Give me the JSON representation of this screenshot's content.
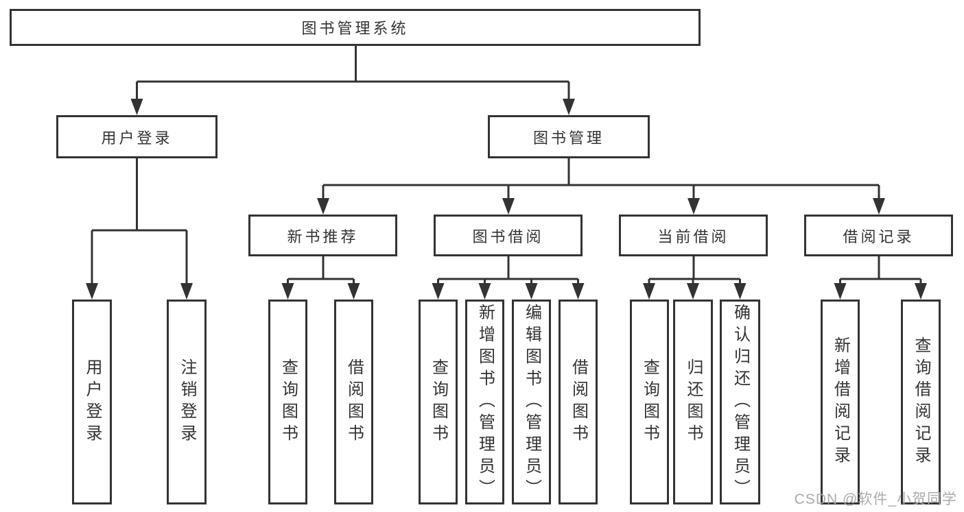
{
  "tree": {
    "label": "图书管理系统",
    "children": [
      {
        "label": "用户登录",
        "children": [
          {
            "label": "用户登录"
          },
          {
            "label": "注销登录"
          }
        ]
      },
      {
        "label": "图书管理",
        "children": [
          {
            "label": "新书推荐",
            "children": [
              {
                "label": "查询图书"
              },
              {
                "label": "借阅图书"
              }
            ]
          },
          {
            "label": "图书借阅",
            "children": [
              {
                "label": "查询图书"
              },
              {
                "label": "新增图书（管理员）"
              },
              {
                "label": "编辑图书（管理员）"
              },
              {
                "label": "借阅图书"
              }
            ]
          },
          {
            "label": "当前借阅",
            "children": [
              {
                "label": "查询图书"
              },
              {
                "label": "归还图书"
              },
              {
                "label": "确认归还（管理员）"
              }
            ]
          },
          {
            "label": "借阅记录",
            "children": [
              {
                "label": "新增借阅记录"
              },
              {
                "label": "查询借阅记录"
              }
            ]
          }
        ]
      }
    ]
  },
  "watermark": {
    "text": "CSDN @软件_小贺同学",
    "color": "#ababab"
  },
  "colors": {
    "background": "#ffffff",
    "box_border": "#333333",
    "line": "#333333",
    "text": "#333333"
  }
}
